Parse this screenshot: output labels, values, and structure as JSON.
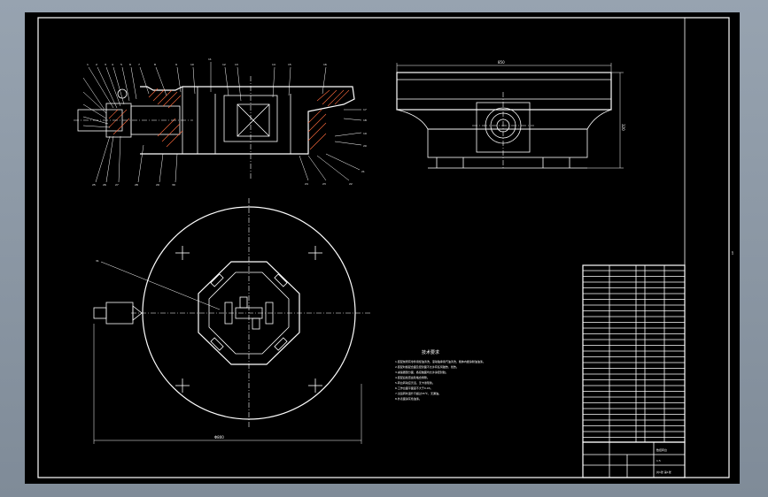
{
  "sheet": {
    "notes_title": "技术要求",
    "notes": [
      "1.装配前所有零件用煤油清洗，滚动轴承用汽油清洗，箱体内壁涂耐油油漆。",
      "2.装配时各配合面及密封面不允许有任何碰伤、划伤。",
      "3.减速器剖分面、各接触面均允许涂密封胶。",
      "4.装配后检查齿轮啮合侧隙。",
      "5.转台转动应灵活，无卡滞现象。",
      "6.工作台面平面度不大于0.03。",
      "7.试运转时温升不超过35℃，无漏油。",
      "8.外表面涂灰色油漆。"
    ],
    "dim_top_right_width": "850",
    "dim_top_right_height": "320",
    "dim_plan_width": "Φ800",
    "title_block_name": "数控转台",
    "title_block_scale": "1:5",
    "title_block_sheet": "共1张 第1张",
    "side_mark": "A3"
  }
}
